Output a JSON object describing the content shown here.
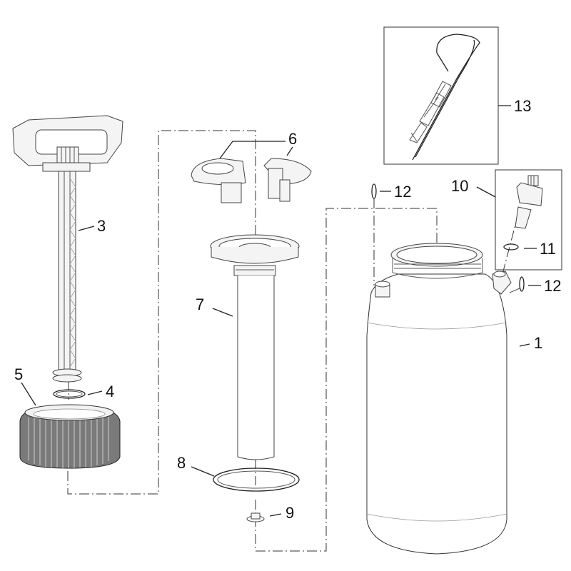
{
  "diagram": {
    "type": "exploded-parts-diagram",
    "subject": "pressure sprayer assembly",
    "callouts": [
      {
        "id": "1",
        "label": "1",
        "part": "tank"
      },
      {
        "id": "3",
        "label": "3",
        "part": "pump handle and plunger"
      },
      {
        "id": "4",
        "label": "4",
        "part": "o-ring"
      },
      {
        "id": "5",
        "label": "5",
        "part": "knurled collar nut"
      },
      {
        "id": "6",
        "label": "6",
        "part": "split retainer halves"
      },
      {
        "id": "7",
        "label": "7",
        "part": "pump cylinder"
      },
      {
        "id": "8",
        "label": "8",
        "part": "large gasket"
      },
      {
        "id": "9",
        "label": "9",
        "part": "check valve"
      },
      {
        "id": "10",
        "label": "10",
        "part": "pressure relief valve"
      },
      {
        "id": "11",
        "label": "11",
        "part": "valve o-ring"
      },
      {
        "id": "12a",
        "label": "12",
        "part": "hose fitting o-ring (left)"
      },
      {
        "id": "12b",
        "label": "12",
        "part": "hose fitting o-ring (right)"
      },
      {
        "id": "13",
        "label": "13",
        "part": "carry strap"
      }
    ],
    "colors": {
      "background": "#ffffff",
      "line": "#222222",
      "part_fill": "#f4f4f4"
    }
  }
}
